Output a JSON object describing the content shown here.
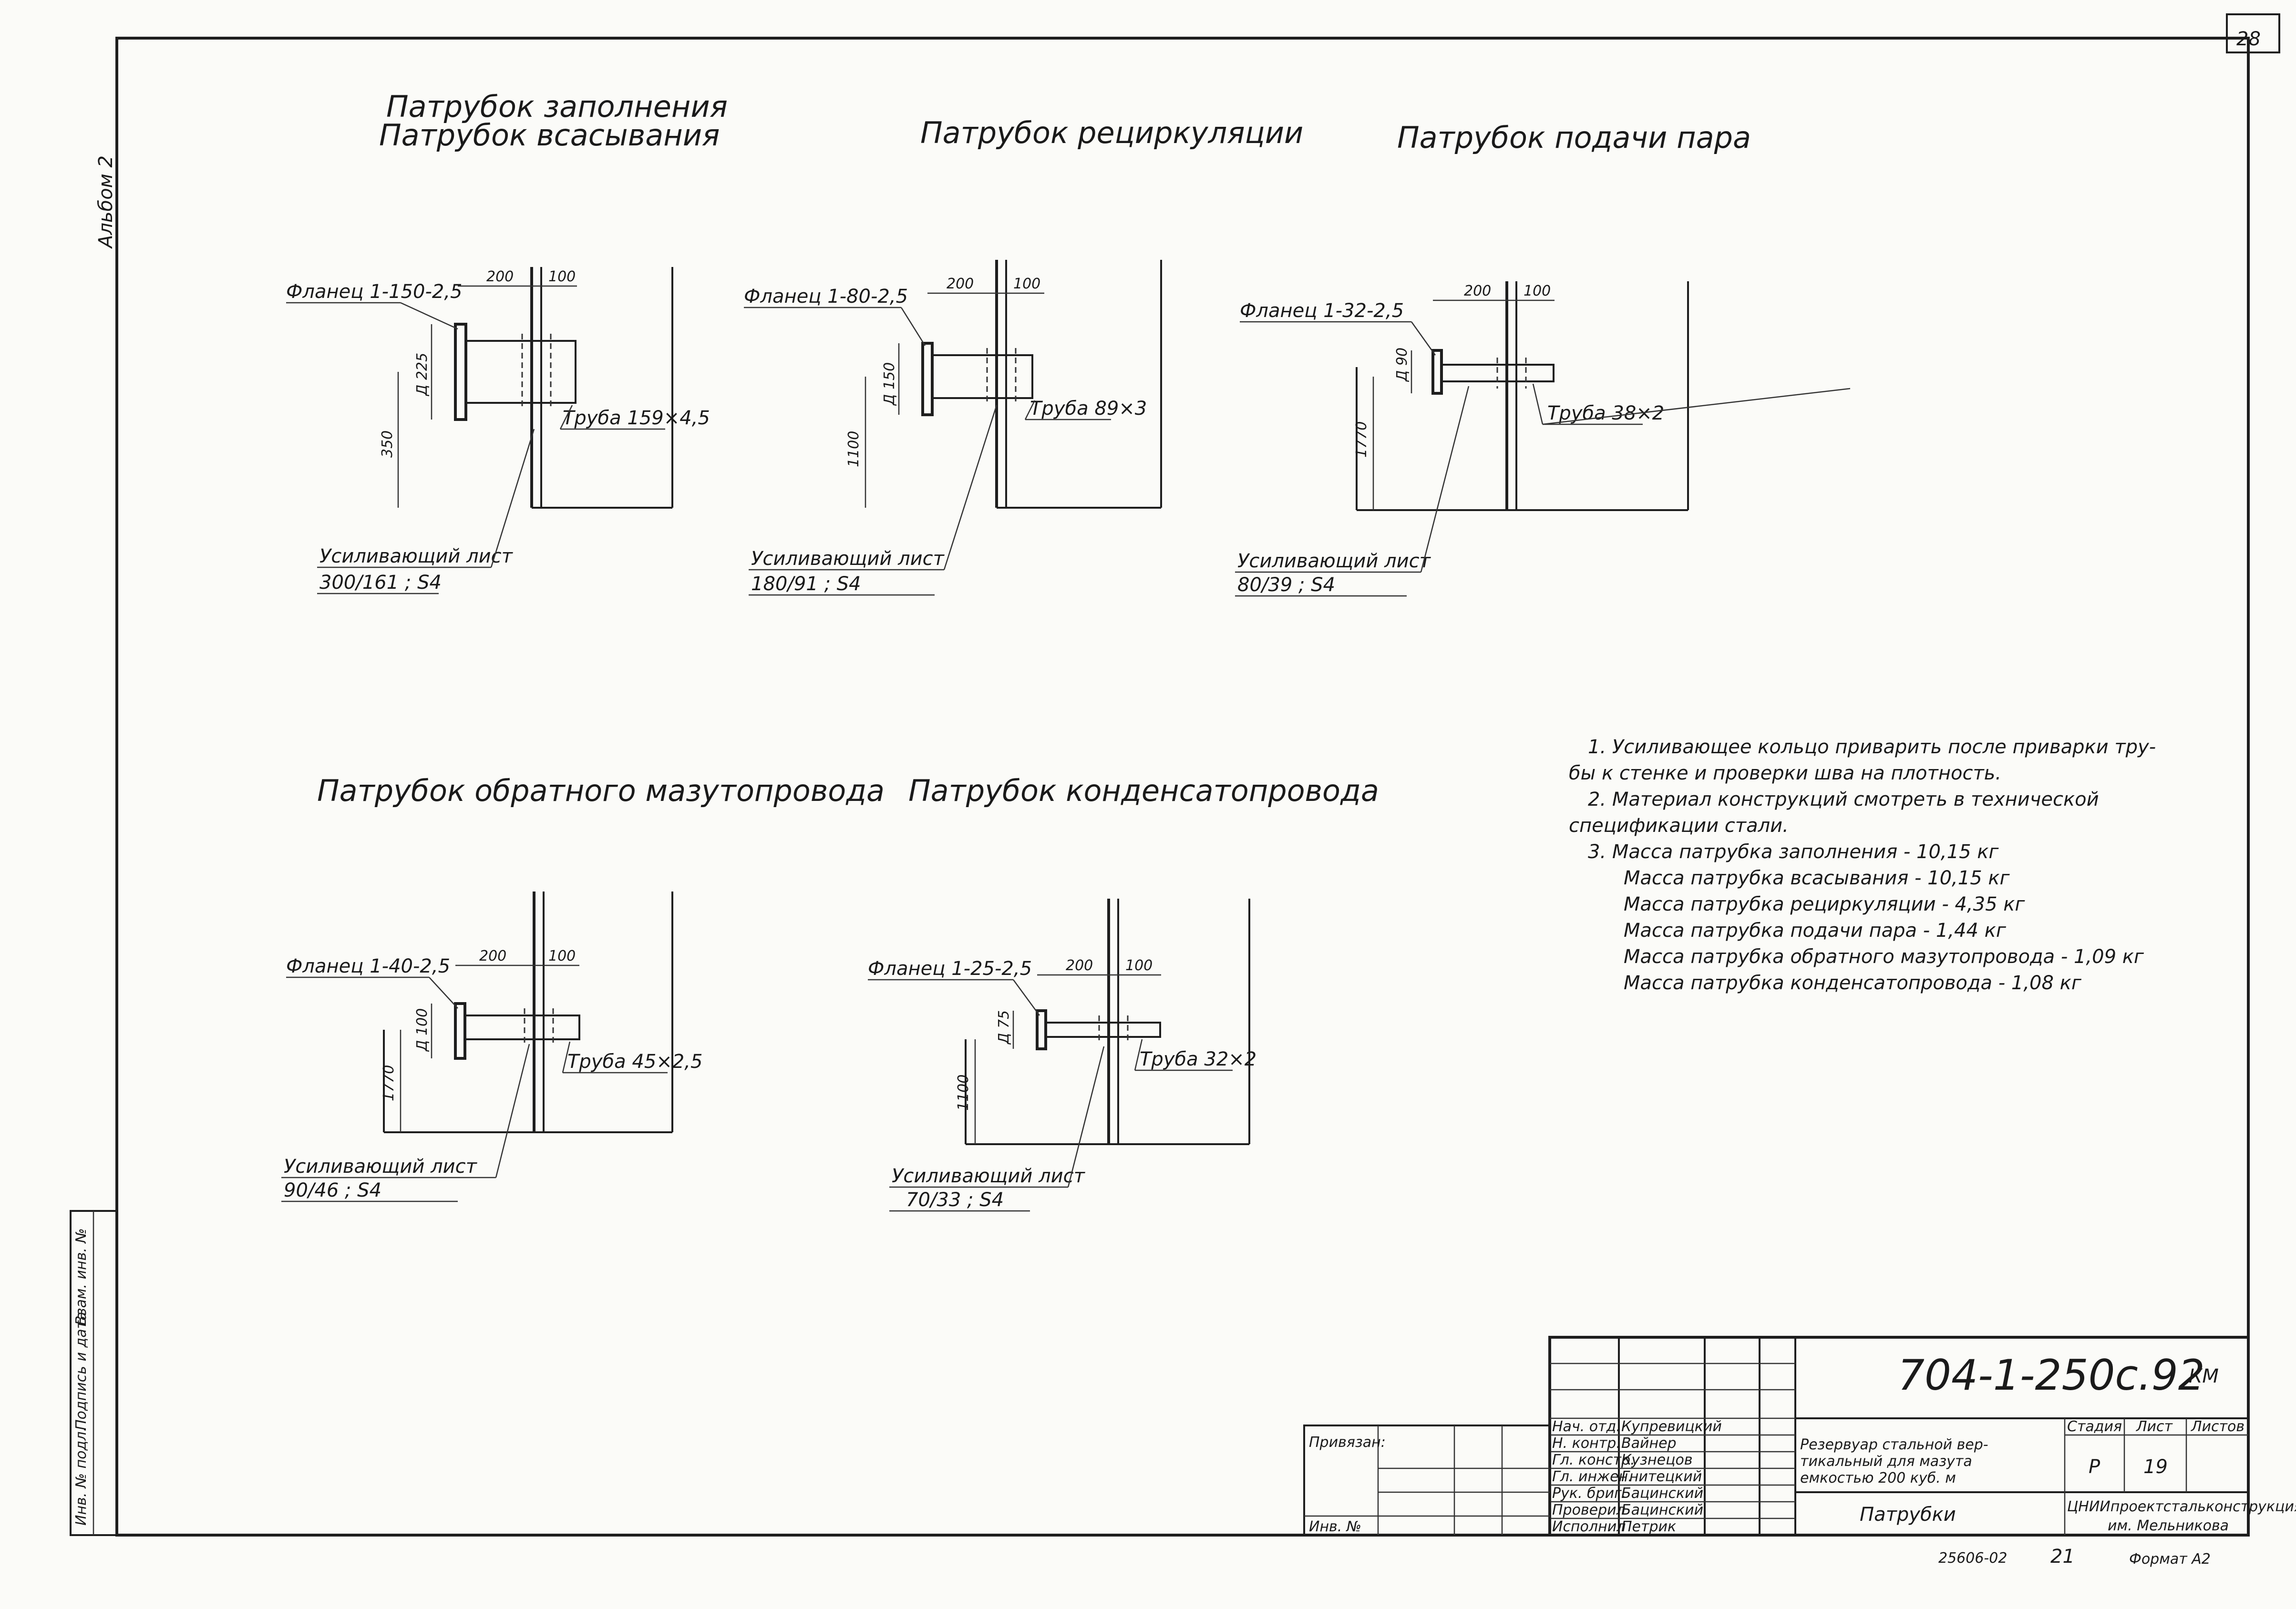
{
  "sheet_number": "28",
  "album": "Альбом 2",
  "drawings": [
    {
      "titles": [
        "Патрубок заполнения",
        "Патрубок всасывания"
      ],
      "flange": "Фланец 1-150-2,5",
      "pipe": "Труба 159×4,5",
      "dims": {
        "a": "200",
        "b": "100",
        "d": "Д 225",
        "h": "350"
      },
      "plate_label": "Усиливающий лист",
      "plate_spec": "300/161 ; S4"
    },
    {
      "titles": [
        "Патрубок рециркуляции"
      ],
      "flange": "Фланец 1-80-2,5",
      "pipe": "Труба 89×3",
      "dims": {
        "a": "200",
        "b": "100",
        "d": "Д 150",
        "h": "1100"
      },
      "plate_label": "Усиливающий лист",
      "plate_spec": "180/91 ; S4"
    },
    {
      "titles": [
        "Патрубок подачи пара"
      ],
      "flange": "Фланец 1-32-2,5",
      "pipe": "Труба 38×2",
      "dims": {
        "a": "200",
        "b": "100",
        "d": "Д 90",
        "h": "1770"
      },
      "plate_label": "Усиливающий лист",
      "plate_spec": "80/39 ; S4"
    },
    {
      "titles": [
        "Патрубок обратного мазутопровода"
      ],
      "flange": "Фланец 1-40-2,5",
      "pipe": "Труба 45×2,5",
      "dims": {
        "a": "200",
        "b": "100",
        "d": "Д 100",
        "h": "1770"
      },
      "plate_label": "Усиливающий лист",
      "plate_spec": "90/46 ; S4"
    },
    {
      "titles": [
        "Патрубок конденсатопровода"
      ],
      "flange": "Фланец 1-25-2,5",
      "pipe": "Труба 32×2",
      "dims": {
        "a": "200",
        "b": "100",
        "d": "Д 75",
        "h": "1100"
      },
      "plate_label": "Усиливающий лист",
      "plate_spec": "70/33 ; S4"
    }
  ],
  "notes": [
    "1.  Усиливающее кольцо приварить после приварки тру-",
    "бы к стенке и проверки шва на плотность.",
    "2.  Материал конструкций смотреть в технической",
    "спецификации стали.",
    "3.   Масса патрубка заполнения - 10,15 кг",
    "Масса патрубка всасывания - 10,15 кг",
    "Масса патрубка рециркуляции - 4,35 кг",
    "Масса патрубка подачи пара - 1,44 кг",
    "Масса патрубка обратного мазутопровода - 1,09 кг",
    "Масса патрубка конденсатопровода - 1,08 кг"
  ],
  "title_block": {
    "code": "704-1-250с.92",
    "mark": "КМ",
    "privyazan": "Привязан:",
    "inv": "Инв. №",
    "roles": [
      "Нач. отд.",
      "Н. контр.",
      "Гл. констр.",
      "Гл. инжен.",
      "Рук. бриг.",
      "Проверил",
      "Исполнил"
    ],
    "names": [
      "Купревицкий",
      "Вайнер",
      "Кузнецов",
      "Гнитецкий",
      "Бацинский",
      "Бацинский",
      "Петрик"
    ],
    "description": [
      "Резервуар стальной вер-",
      "тикальный для мазута",
      "емкостью 200 куб. м"
    ],
    "stage_header": "Стадия",
    "sheet_header": "Лист",
    "sheets_header": "Листов",
    "stage": "Р",
    "sheet": "19",
    "drawing_name": "Патрубки",
    "org": "ЦНИИпроектстальконструкция",
    "org_sub": "им. Мельникова",
    "footer_num": "25606-02",
    "footer_sheet": "21",
    "format": "Формат А2"
  },
  "left_strip": [
    "Инв. № подл.",
    "Подпись и дата",
    "Взам. инв. №"
  ]
}
